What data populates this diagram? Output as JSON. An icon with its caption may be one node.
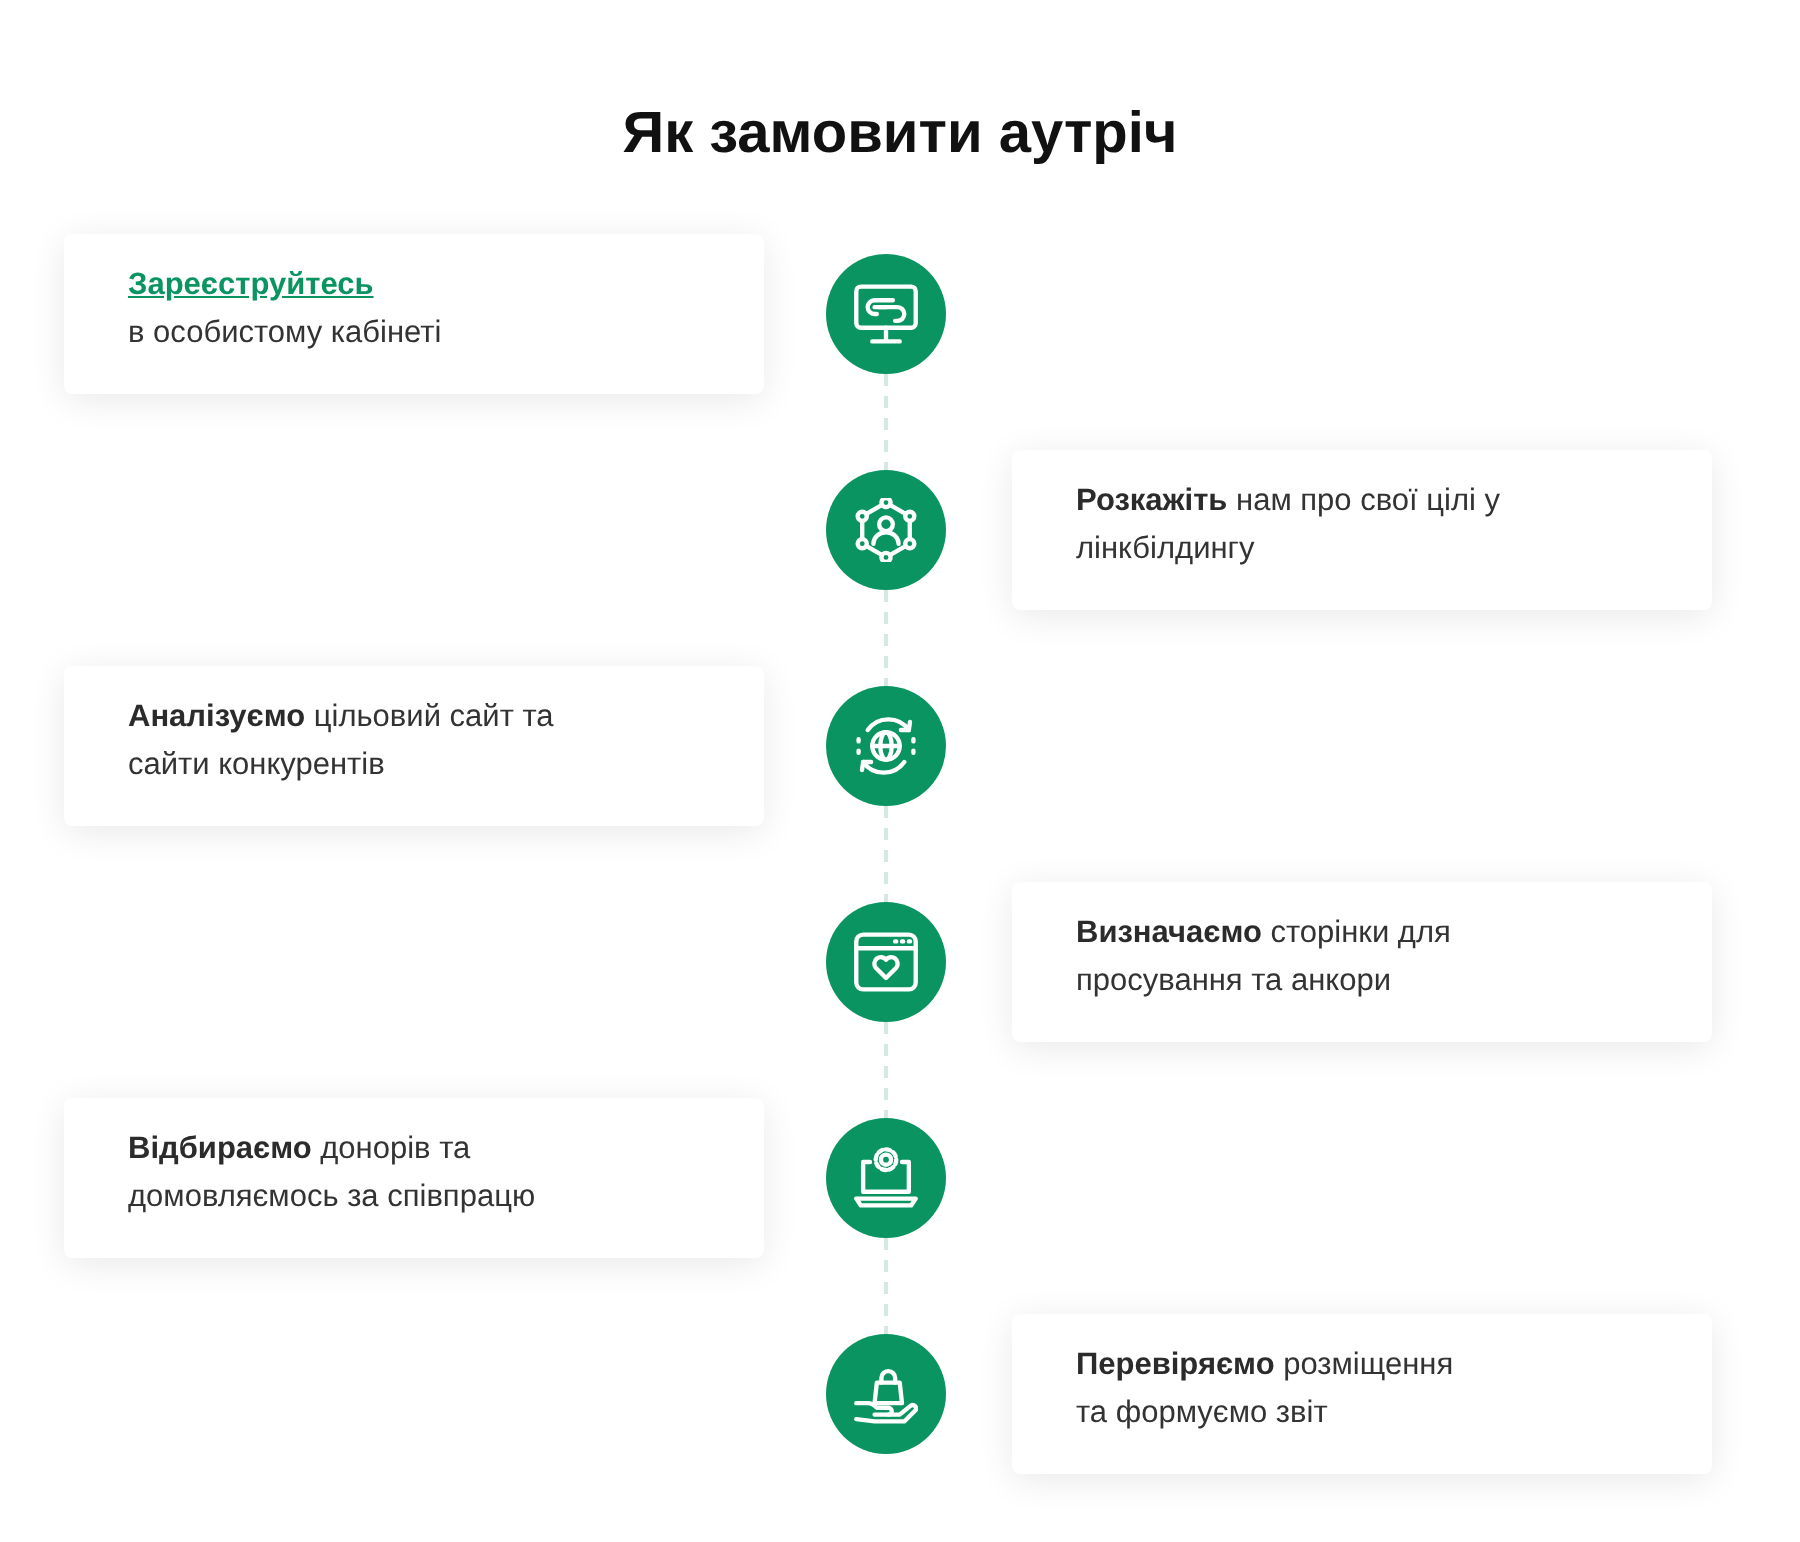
{
  "diagram": {
    "title": "Як замовити аутріч",
    "nodes": [
      {
        "text": [
          "Зареєструйтесь",
          "в особистому кабінеті"
        ]
      },
      {
        "text": [],
        "shape": "circle"
      },
      {
        "text": [],
        "shape": "circle"
      },
      {
        "text": [
          "**Розкажіть** нам про свої цілі у лінкбілдингу"
        ]
      },
      {
        "text": [
          "**Аналізуємо** цільовий сайт та сайти конкурентів"
        ]
      },
      {
        "text": [],
        "shape": "circle"
      },
      {
        "text": [],
        "shape": "circle"
      },
      {
        "text": [
          "**Визначаємо** сторінки для просування та анкори"
        ]
      },
      {
        "text": [
          "**Відбираємо** донорів та домовляємось за співпрацю"
        ]
      },
      {
        "text": [],
        "shape": "circle"
      },
      {
        "text": [],
        "shape": "circle"
      },
      {
        "text": [
          "**Перевіряємо** розміщення та формуємо звіт"
        ]
      }
    ],
    "edges": [
      {
        "from": 1,
        "to": 2,
        "arrow": "none",
        "style": "dashed"
      },
      {
        "from": 2,
        "to": 5,
        "arrow": "none",
        "style": "dashed"
      },
      {
        "from": 5,
        "to": 6,
        "arrow": "none",
        "style": "dashed"
      },
      {
        "from": 6,
        "to": 9,
        "arrow": "none",
        "style": "dashed"
      },
      {
        "from": 9,
        "to": 10,
        "arrow": "none",
        "style": "dashed"
      }
    ]
  }
}
